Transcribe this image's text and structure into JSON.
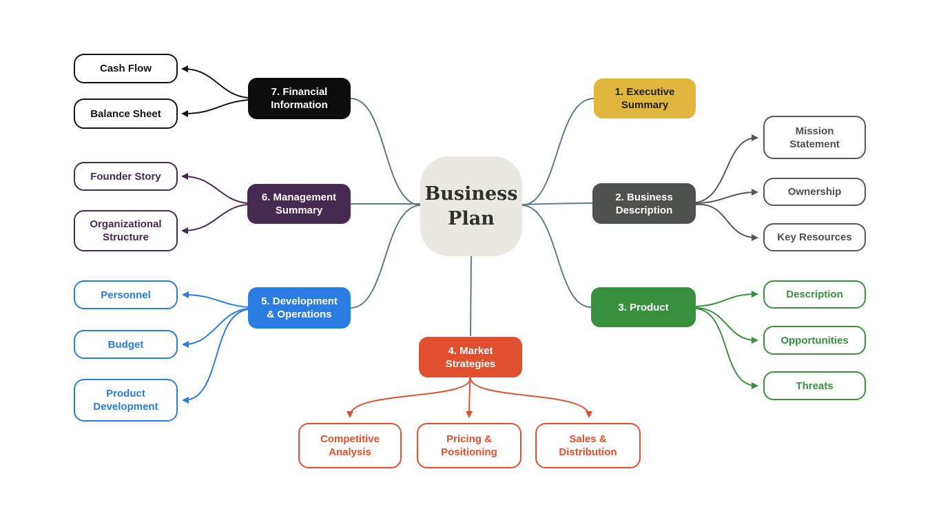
{
  "diagram": {
    "title": "Business Plan mind map",
    "connector_color": "#5e7b8a",
    "center": {
      "label": "Business\nPlan",
      "bg": "#e9e8e1",
      "text_color": "#30302e"
    },
    "branches": [
      {
        "label": "1. Executive\nSummary",
        "color": "#e0b63d",
        "children": []
      },
      {
        "label": "2. Business\nDescription",
        "color": "#4e524e",
        "children": [
          "Mission\nStatement",
          "Ownership",
          "Key Resources"
        ]
      },
      {
        "label": "3. Product",
        "color": "#38903e",
        "children": [
          "Description",
          "Opportunities",
          "Threats"
        ]
      },
      {
        "label": "4. Market\nStrategies",
        "color": "#e0502f",
        "children": [
          "Competitive\nAnalysis",
          "Pricing &\nPositioning",
          "Sales &\nDistribution"
        ]
      },
      {
        "label": "5. Development\n& Operations",
        "color": "#2b7ce0",
        "children": [
          "Personnel",
          "Budget",
          "Product\nDevelopment"
        ]
      },
      {
        "label": "6. Management\nSummary",
        "color": "#462a52",
        "children": [
          "Founder Story",
          "Organizational\nStructure"
        ]
      },
      {
        "label": "7. Financial\nInformation",
        "color": "#0d0d0d",
        "children": [
          "Cash Flow",
          "Balance Sheet"
        ]
      }
    ]
  }
}
